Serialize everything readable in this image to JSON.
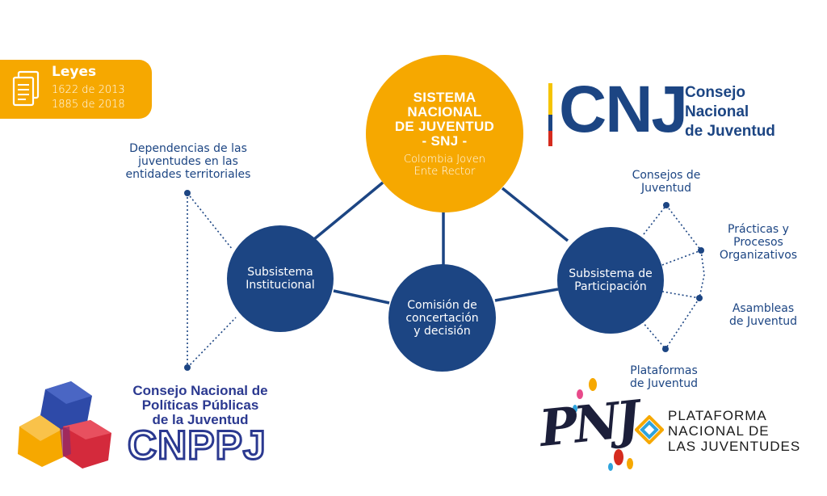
{
  "badge": {
    "title": "Leyes",
    "line1": "1622 de 2013",
    "line2": "1885 de 2018",
    "icon": "document-stack-icon"
  },
  "snj": {
    "title": "SISTEMA NACIONAL DE JUVENTUD - SNJ -",
    "title_lines": [
      "SISTEMA",
      "NACIONAL",
      "DE JUVENTUD",
      "- SNJ -"
    ],
    "subtitle_lines": [
      "Colombia Joven",
      "Ente Rector"
    ]
  },
  "nodes": {
    "institucional": [
      "Subsistema",
      "Institucional"
    ],
    "comision": [
      "Comisión de",
      "concertación",
      "y decisión"
    ],
    "participacion": [
      "Subsistema de",
      "Participación"
    ]
  },
  "labels": {
    "dependencias": [
      "Dependencias de las",
      "juventudes en las",
      "entidades territoriales"
    ],
    "consejos": [
      "Consejos de",
      "Juventud"
    ],
    "practicas": [
      "Prácticas y",
      "Procesos",
      "Organizativos"
    ],
    "asambleas": [
      "Asambleas",
      "de Juventud"
    ],
    "plataformas": [
      "Plataformas",
      "de Juventud"
    ]
  },
  "logos": {
    "cnj_mark": "CNJ",
    "cnj_name": [
      "Consejo",
      "Nacional",
      "de Juventud"
    ],
    "cnppj_name": [
      "Consejo Nacional de",
      "Políticas Públicas",
      "de la Juventud"
    ],
    "cnppj_mark": "CNPPJ",
    "pnj_mark": "PNJ",
    "pnj_name": [
      "PLATAFORMA",
      "NACIONAL DE",
      "LAS JUVENTUDES"
    ]
  },
  "colors": {
    "orange": "#f6a800",
    "navy": "#1c4583",
    "colombia_yellow": "#f5c400",
    "colombia_blue": "#1c4583",
    "colombia_red": "#d52b1e"
  }
}
